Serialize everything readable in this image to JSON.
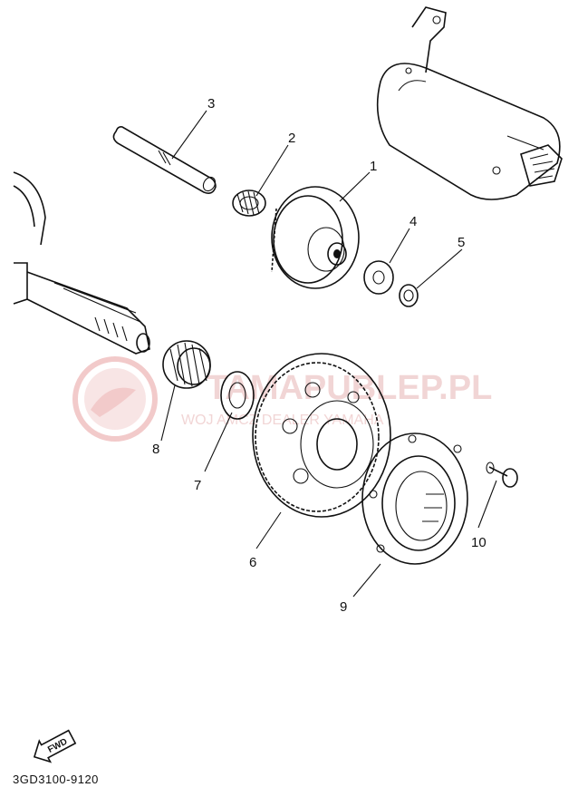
{
  "watermark": {
    "title": "TAMAPUBLEP.PL",
    "subtitle": "WOJ   AMCZ   DEALER YAMAHA",
    "color": "#e8a0a0"
  },
  "parts": [
    {
      "id": "3",
      "label": "3"
    },
    {
      "id": "2",
      "label": "2"
    },
    {
      "id": "1",
      "label": "1"
    },
    {
      "id": "4",
      "label": "4"
    },
    {
      "id": "5",
      "label": "5"
    },
    {
      "id": "8",
      "label": "8"
    },
    {
      "id": "7",
      "label": "7"
    },
    {
      "id": "6",
      "label": "6"
    },
    {
      "id": "10",
      "label": "10"
    },
    {
      "id": "9",
      "label": "9"
    }
  ],
  "direction_badge": {
    "label": "FWD",
    "icon": "fwd-arrow-icon"
  },
  "footer": {
    "code": "3GD3100-9120"
  }
}
